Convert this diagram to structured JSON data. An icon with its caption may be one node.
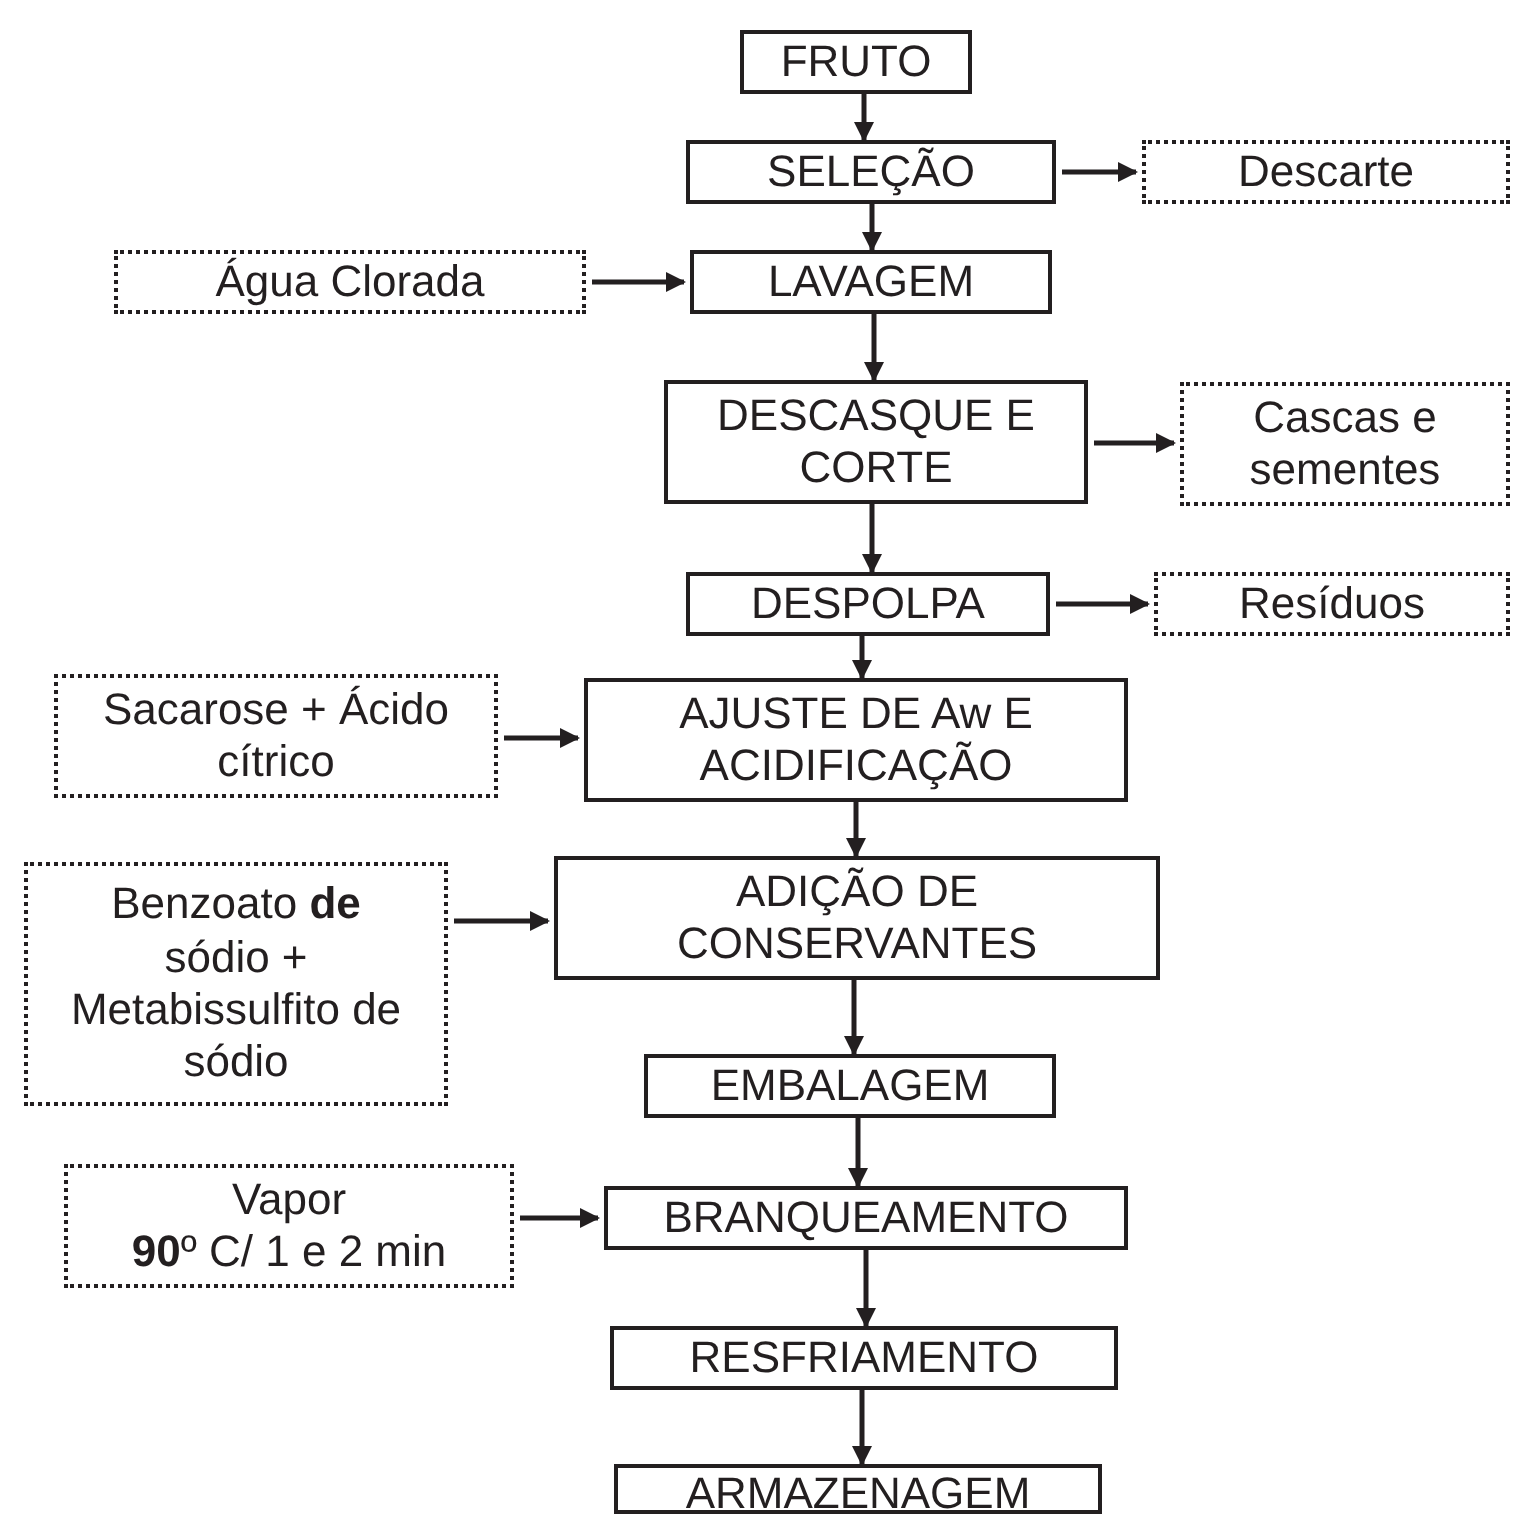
{
  "diagram": {
    "nodes": [
      {
        "text": [
          "FRUTO"
        ]
      },
      {
        "text": [
          "SELEÇÃO"
        ]
      },
      {
        "text": [
          "Descarte"
        ]
      },
      {
        "text": [
          "Água Clorada"
        ]
      },
      {
        "text": [
          "LAVAGEM"
        ]
      },
      {
        "text": [
          "DESCASQUE E CORTE"
        ]
      },
      {
        "text": [
          "Cascas e sementes"
        ]
      },
      {
        "text": [
          "DESPOLPA"
        ]
      },
      {
        "text": [
          "Resíduos"
        ]
      },
      {
        "text": [
          "Sacarose + Ácido cítrico"
        ]
      },
      {
        "text": [
          "AJUSTE DE Aw E ACIDIFICAÇÃO"
        ]
      },
      {
        "text": [
          "Benzoato **de** sódio + Metabissulfito de sódio"
        ]
      },
      {
        "text": [
          "ADIÇÃO DE CONSERVANTES"
        ]
      },
      {
        "text": [
          "EMBALAGEM"
        ]
      },
      {
        "text": [
          "Vapor",
          "**90**º C/ 1 e 2 min"
        ]
      },
      {
        "text": [
          "BRANQUEAMENTO"
        ]
      },
      {
        "text": [
          "RESFRIAMENTO"
        ]
      },
      {
        "text": [
          "ARMAZENAGEM"
        ]
      }
    ],
    "edges": [
      {
        "from": 0,
        "to": 1,
        "arrow": "to"
      },
      {
        "from": 1,
        "to": 2,
        "arrow": "to"
      },
      {
        "from": 1,
        "to": 4,
        "arrow": "to"
      },
      {
        "from": 3,
        "to": 4,
        "arrow": "to"
      },
      {
        "from": 4,
        "to": 5,
        "arrow": "to"
      },
      {
        "from": 5,
        "to": 6,
        "arrow": "to"
      },
      {
        "from": 5,
        "to": 7,
        "arrow": "to"
      },
      {
        "from": 7,
        "to": 8,
        "arrow": "to"
      },
      {
        "from": 7,
        "to": 10,
        "arrow": "to"
      },
      {
        "from": 9,
        "to": 10,
        "arrow": "to"
      },
      {
        "from": 10,
        "to": 12,
        "arrow": "to"
      },
      {
        "from": 11,
        "to": 12,
        "arrow": "to"
      },
      {
        "from": 12,
        "to": 13,
        "arrow": "to"
      },
      {
        "from": 14,
        "to": 15,
        "arrow": "to"
      },
      {
        "from": 13,
        "to": 15,
        "arrow": "to"
      },
      {
        "from": 15,
        "to": 16,
        "arrow": "to"
      },
      {
        "from": 16,
        "to": 17,
        "arrow": "to"
      }
    ]
  }
}
